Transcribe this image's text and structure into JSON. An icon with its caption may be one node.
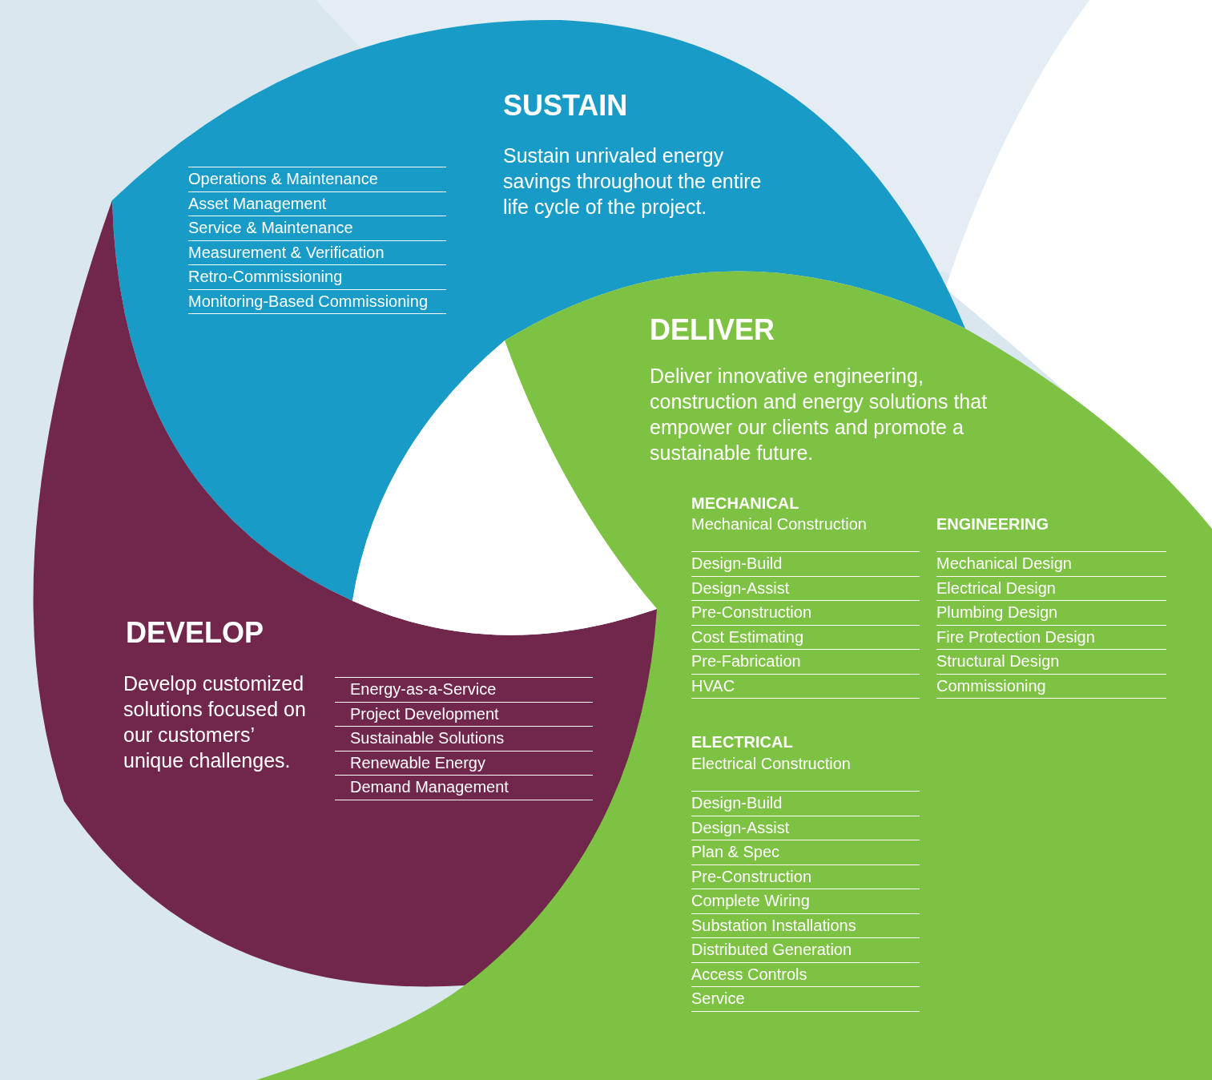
{
  "diagram": {
    "nodes": [
      {
        "text": [
          "SUSTAIN",
          "Sustain unrivaled energy savings throughout the entire life cycle of the project."
        ]
      },
      {
        "text": [
          "DELIVER",
          "Deliver innovative engineering, construction and energy solutions that empower our clients and promote a sustainable future."
        ]
      },
      {
        "text": [
          "DEVELOP",
          "Develop customized solutions focused on our customers’ unique challenges."
        ]
      }
    ],
    "edges": [],
    "labels": [
      "Operations & Maintenance",
      "Asset Management",
      "Service & Maintenance",
      "Measurement & Verification",
      "Retro-Commissioning",
      "Monitoring-Based Commissioning",
      "MECHANICAL",
      "Mechanical Construction",
      "Design-Build",
      "Design-Assist",
      "Pre-Construction",
      "Cost Estimating",
      "Pre-Fabrication",
      "HVAC",
      "ENGINEERING",
      "Mechanical Design",
      "Electrical Design",
      "Plumbing Design",
      "Fire Protection Design",
      "Structural Design",
      "Commissioning",
      "ELECTRICAL",
      "Electrical Construction",
      "Design-Build",
      "Design-Assist",
      "Plan & Spec",
      "Pre-Construction",
      "Complete Wiring",
      "Substation Installations",
      "Distributed Generation",
      "Access Controls",
      "Service",
      "Energy-as-a-Service",
      "Project Development",
      "Sustainable Solutions",
      "Renewable Energy",
      "Demand Management"
    ]
  }
}
